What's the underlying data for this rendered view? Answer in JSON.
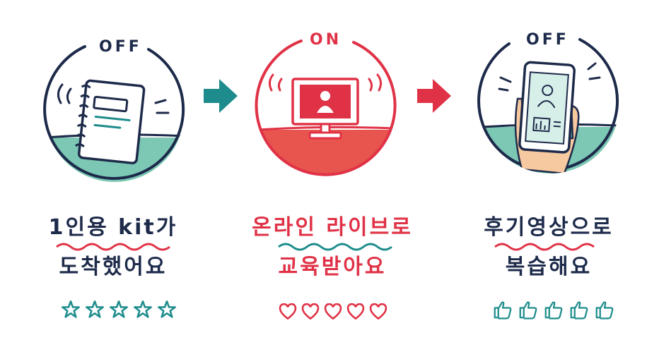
{
  "colors": {
    "navy": "#1d2a4a",
    "teal": "#1e8c8c",
    "teal_fill": "#7cc8b4",
    "red": "#e03246",
    "red_fill": "#e8544e",
    "skin": "#f7c9a0"
  },
  "steps": [
    {
      "status": "OFF",
      "line1": "1인용 kit가",
      "line2": "도착했어요",
      "icon": "notebook-icon",
      "rating_icon": "star-icon",
      "rating_count": 5
    },
    {
      "status": "ON",
      "line1": "온라인 라이브로",
      "line2": "교육받아요",
      "icon": "monitor-icon",
      "rating_icon": "heart-icon",
      "rating_count": 5
    },
    {
      "status": "OFF",
      "line1": "후기영상으로",
      "line2": "복습해요",
      "icon": "smartphone-icon",
      "rating_icon": "thumbs-up-icon",
      "rating_count": 5
    }
  ],
  "arrows": [
    "arrow-right-icon",
    "arrow-right-icon"
  ]
}
